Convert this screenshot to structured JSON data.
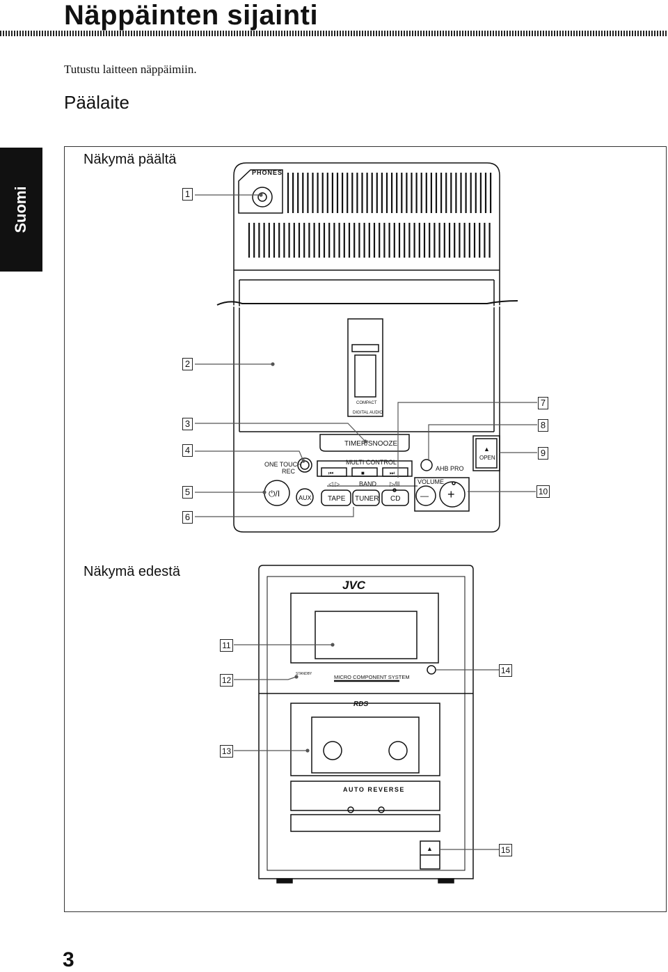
{
  "page": {
    "title": "Näppäinten sijainti",
    "intro": "Tutustu laitteen näppäimiin.",
    "section": "Päälaite",
    "language_tab": "Suomi",
    "page_number": "3"
  },
  "top_view": {
    "heading": "Näkymä päältä",
    "labels": {
      "phones": "PHONES",
      "compact": "COMPACT",
      "digital_audio": "DIGITAL AUDIO",
      "timer_snooze": "TIMER/SNOOZE",
      "one_touch": "ONE TOUCH",
      "rec": "REC",
      "multi_control": "MULTI CONTROL",
      "ahb_pro": "AHB PRO",
      "open": "OPEN",
      "band": "BAND",
      "volume": "VOLUME",
      "aux": "AUX",
      "tape": "TAPE",
      "tuner": "TUNER",
      "cd": "CD",
      "power_symbol": "⏻/I",
      "skip_back": "⏮",
      "stop": "■",
      "skip_fwd": "⏭",
      "reverse_play": "◁ ▷",
      "play_pause": "▷/II",
      "eject": "▲",
      "minus": "—",
      "plus": "+"
    },
    "callouts": [
      "1",
      "2",
      "3",
      "4",
      "5",
      "6",
      "7",
      "8",
      "9",
      "10"
    ]
  },
  "front_view": {
    "heading": "Näkymä edestä",
    "labels": {
      "brand": "JVC",
      "standby": "STANDBY",
      "model": "MICRO COMPONENT SYSTEM",
      "rds": "RDS",
      "auto_reverse": "AUTO REVERSE",
      "eject": "▲"
    },
    "callouts": [
      "11",
      "12",
      "13",
      "14",
      "15"
    ]
  }
}
